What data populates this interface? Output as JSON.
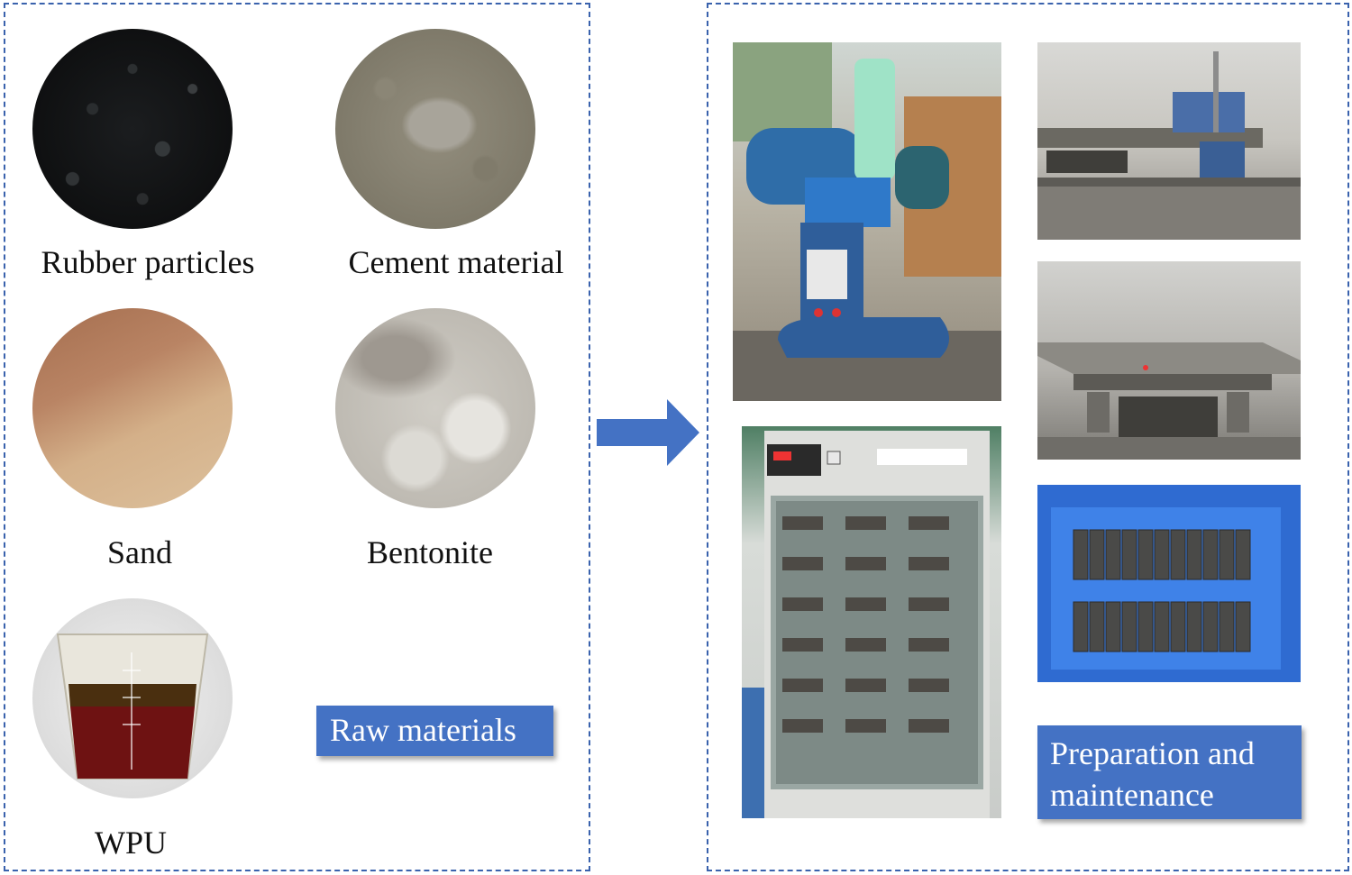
{
  "raw_panel": {
    "items": [
      {
        "label": "Rubber particles"
      },
      {
        "label": "Cement material"
      },
      {
        "label": "Sand"
      },
      {
        "label": "Bentonite"
      },
      {
        "label": "WPU"
      }
    ],
    "tag": "Raw materials"
  },
  "prep_panel": {
    "tag_line1": "Preparation and",
    "tag_line2": "maintenance"
  },
  "colors": {
    "border": "#3a62ad",
    "accent": "#4472c4"
  },
  "icons": {
    "arrow": "arrow-right-icon"
  }
}
